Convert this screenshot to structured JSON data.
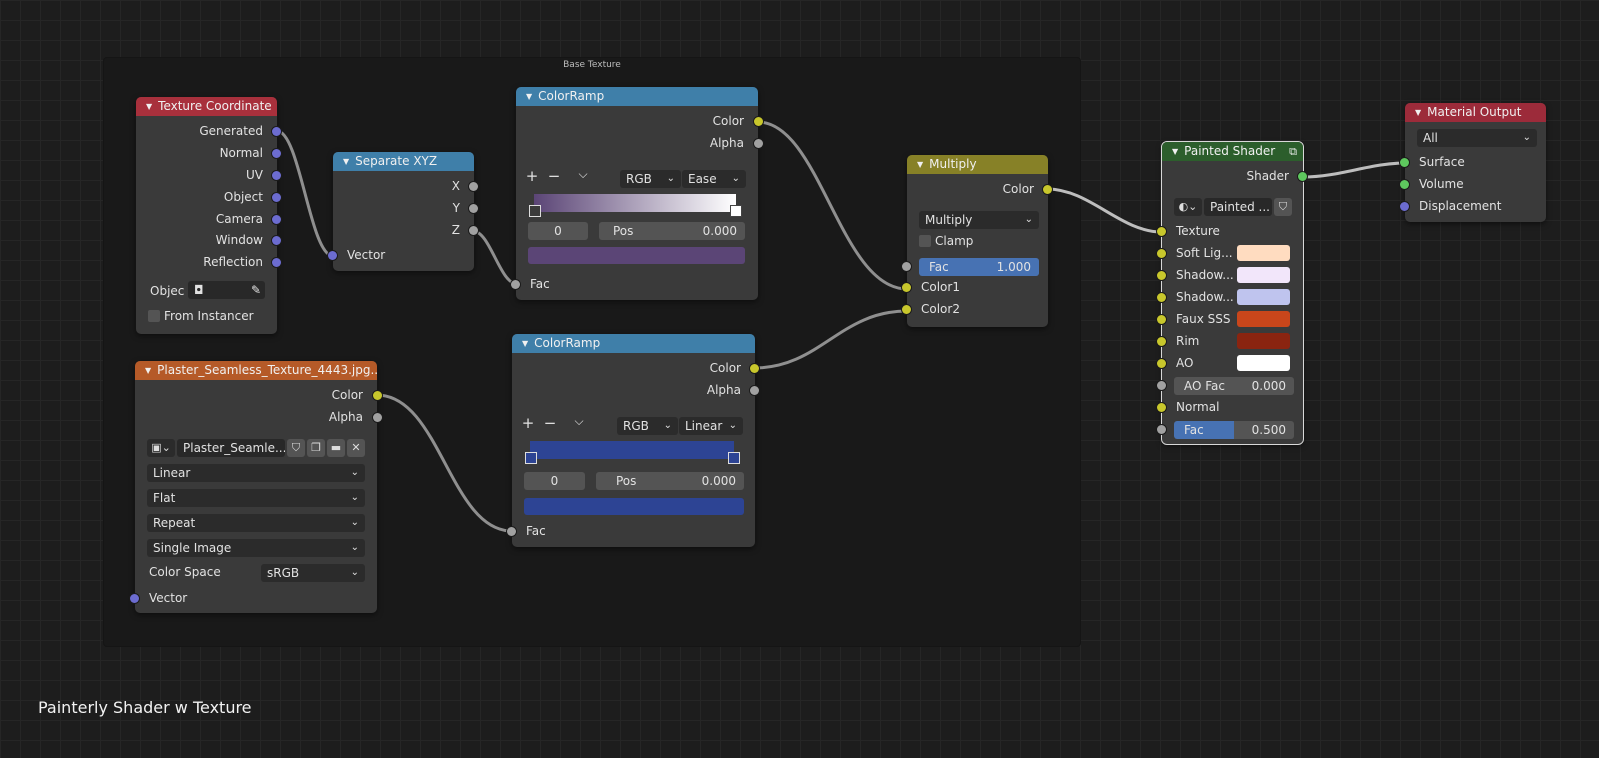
{
  "frame": {
    "label": "Base Texture"
  },
  "caption": "Painterly Shader w Texture",
  "colors": {
    "ramp1_gradient_start": "#5b4576",
    "ramp1_gradient_end": "#ffffff",
    "ramp1_preview": "#5b4576",
    "ramp2_color": "#2d4494",
    "soft_light": "#ffdcc0",
    "shadow1": "#f2e6fa",
    "shadow2": "#bfc4ee",
    "faux_sss": "#c9461b",
    "rim": "#8a2410",
    "ao": "#ffffff"
  },
  "texcoord": {
    "title": "Texture Coordinate",
    "outputs": [
      "Generated",
      "Normal",
      "UV",
      "Object",
      "Camera",
      "Window",
      "Reflection"
    ],
    "object_label": "Objec",
    "from_instancer": "From Instancer"
  },
  "sepxyz": {
    "title": "Separate XYZ",
    "outputs": [
      "X",
      "Y",
      "Z"
    ],
    "input": "Vector"
  },
  "ramp1": {
    "title": "ColorRamp",
    "out_color": "Color",
    "out_alpha": "Alpha",
    "add": "+",
    "remove": "−",
    "menu": "⌵",
    "mode": "RGB",
    "interpolation": "Ease",
    "index": "0",
    "pos_label": "Pos",
    "pos_value": "0.000",
    "input": "Fac"
  },
  "ramp2": {
    "title": "ColorRamp",
    "out_color": "Color",
    "out_alpha": "Alpha",
    "add": "+",
    "remove": "−",
    "menu": "⌵",
    "mode": "RGB",
    "interpolation": "Linear",
    "index": "0",
    "pos_label": "Pos",
    "pos_value": "0.000",
    "input": "Fac"
  },
  "image": {
    "title": "Plaster_Seamless_Texture_4443.jpg...",
    "out_color": "Color",
    "out_alpha": "Alpha",
    "image_name": "Plaster_Seamle...",
    "interpolation": "Linear",
    "projection": "Flat",
    "extension": "Repeat",
    "source": "Single Image",
    "color_space_label": "Color Space",
    "color_space": "sRGB",
    "input": "Vector"
  },
  "multiply": {
    "title": "Multiply",
    "out_color": "Color",
    "blend_mode": "Multiply",
    "clamp": "Clamp",
    "fac_label": "Fac",
    "fac_value": "1.000",
    "fac": 1.0,
    "color1": "Color1",
    "color2": "Color2"
  },
  "painted": {
    "title": "Painted Shader",
    "out_shader": "Shader",
    "group_name": "Painted ...",
    "inputs": {
      "texture": "Texture",
      "soft_light": "Soft Lig...",
      "shadow1": "Shadow...",
      "shadow2": "Shadow...",
      "faux_sss": "Faux SSS",
      "rim": "Rim",
      "ao": "AO",
      "ao_fac_label": "AO Fac",
      "ao_fac_value": "0.000",
      "normal": "Normal",
      "fac_label": "Fac",
      "fac_value": "0.500"
    },
    "fac": 0.5
  },
  "output": {
    "title": "Material Output",
    "target": "All",
    "inputs": [
      "Surface",
      "Volume",
      "Displacement"
    ]
  }
}
